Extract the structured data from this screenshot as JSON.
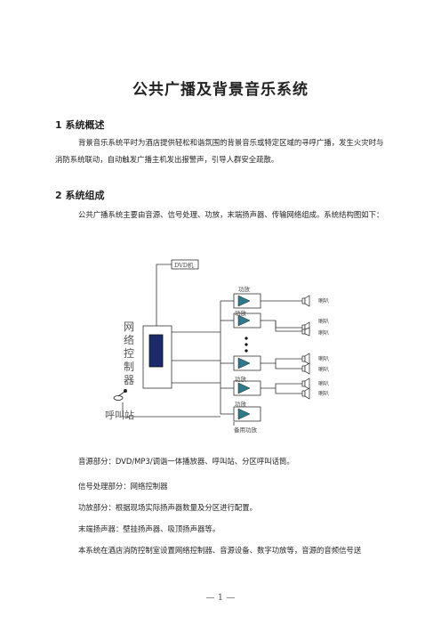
{
  "title": "公共广播及背景音乐系统",
  "section1": {
    "heading": "1 系统概述",
    "body": "背景音乐系统平时为酒店提供轻松和谐氛围的背景音乐或特定区域的寻呼广播，发生火灾时与消防系统联动，自动触发广播主机发出报警声，引导人群安全疏散。"
  },
  "section2": {
    "heading": "2 系统组成",
    "body": "公共广播系统主要由音源、信号处理、功放，末端扬声器、传输网络组成。系统结构图如下："
  },
  "diagram": {
    "dvd_label": "DVD机",
    "controller_label": "网络控制器",
    "paging_label": "呼叫站",
    "amp_label": "功放",
    "standby_amp_label": "备用功放",
    "speaker_label": "喇叭"
  },
  "lines": {
    "source": "音源部分：DVD/MP3/调谐一体播放器、呼叫站、分区呼叫话筒。",
    "signal": "信号处理部分：网络控制器",
    "amp": "功放部分：根据现场实际扬声器数量及分区进行配置。",
    "speaker": "末端扬声器：壁挂扬声器、吸顶扬声器等。",
    "last": "本系统在酒店消防控制室设置网络控制器、音源设备、数字功放等，音源的音频信号送"
  },
  "page_number": "— 1 —"
}
